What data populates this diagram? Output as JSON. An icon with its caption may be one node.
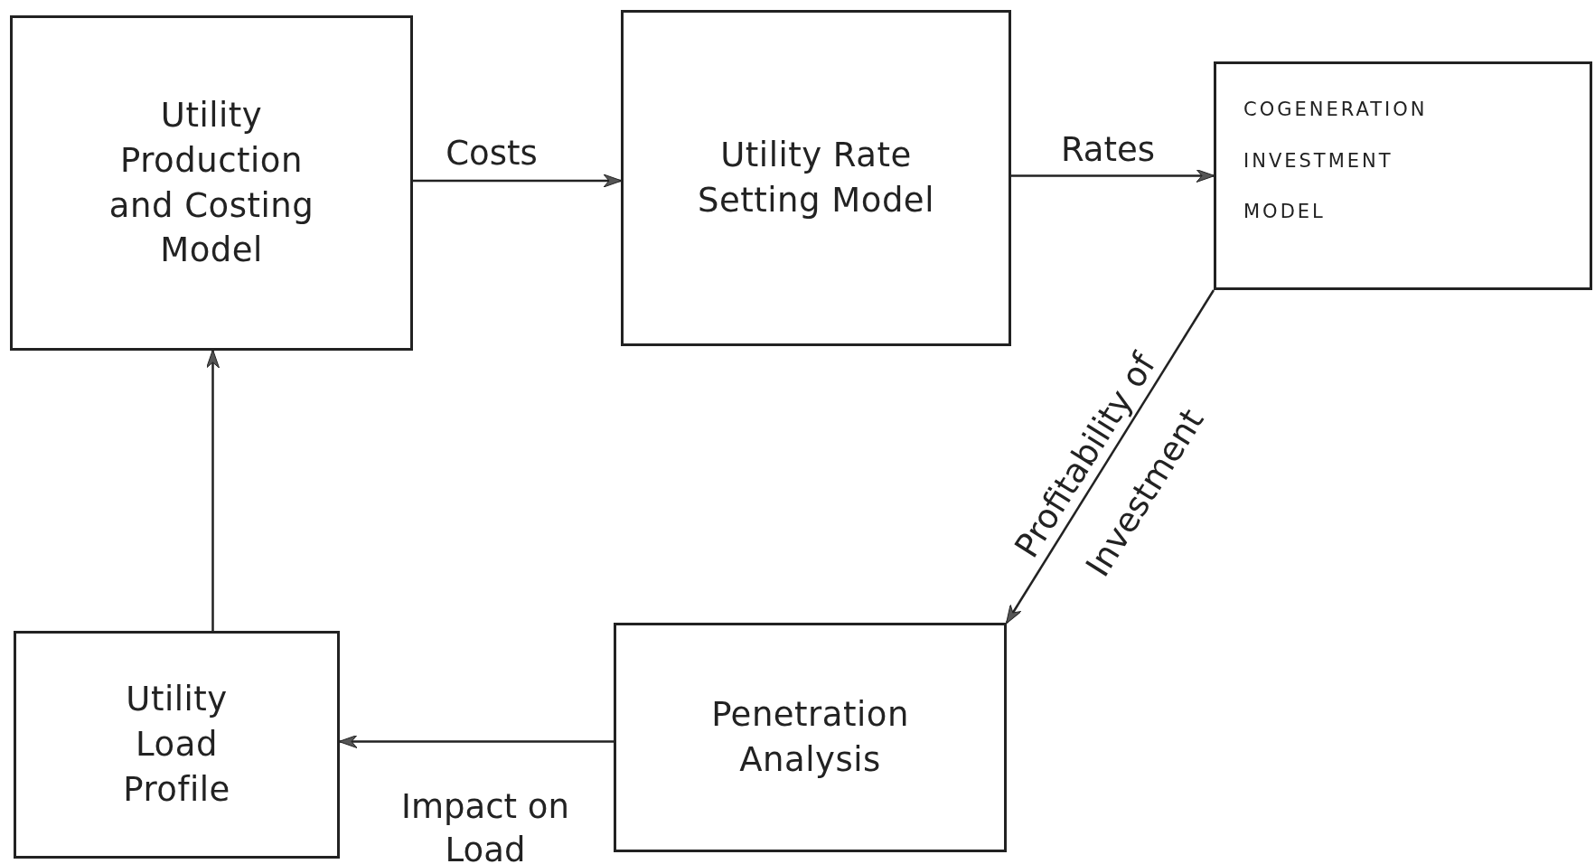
{
  "diagram": {
    "nodes": [
      {
        "text": [
          "Utility Production and Costing Model"
        ]
      },
      {
        "text": [
          "Utility Rate Setting Model"
        ]
      },
      {
        "text": [
          "COGENERATION INVESTMENT MODEL"
        ]
      },
      {
        "text": [
          "Penetration Analysis"
        ]
      },
      {
        "text": [
          "Utility Load Profile"
        ]
      }
    ],
    "edges": [
      {
        "from": 0,
        "to": 1,
        "arrow": "to",
        "label": "Costs"
      },
      {
        "from": 1,
        "to": 2,
        "arrow": "to",
        "label": "Rates"
      },
      {
        "from": 2,
        "to": 3,
        "arrow": "to",
        "label": "Profitability of Investment"
      },
      {
        "from": 3,
        "to": 4,
        "arrow": "to",
        "label": "Impact on Load"
      },
      {
        "from": 4,
        "to": 0,
        "arrow": "to"
      }
    ]
  }
}
